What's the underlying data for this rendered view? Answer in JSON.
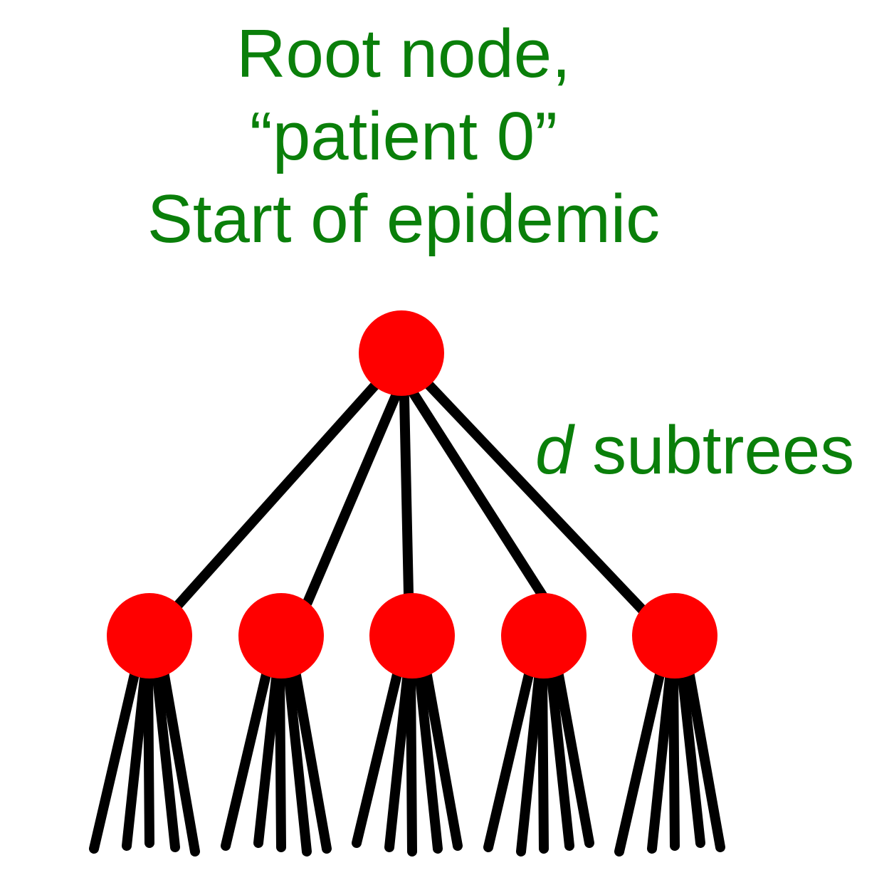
{
  "colors": {
    "text": "#0a7f0a",
    "node": "#ff0000",
    "edge": "#000000"
  },
  "title": {
    "line1": "Root node,",
    "line2": "“patient 0”",
    "line3": "Start of epidemic"
  },
  "subtrees_label": {
    "variable": "d",
    "text": " subtrees"
  },
  "tree": {
    "root_children": 5,
    "leaf_edges_per_child": 5
  }
}
